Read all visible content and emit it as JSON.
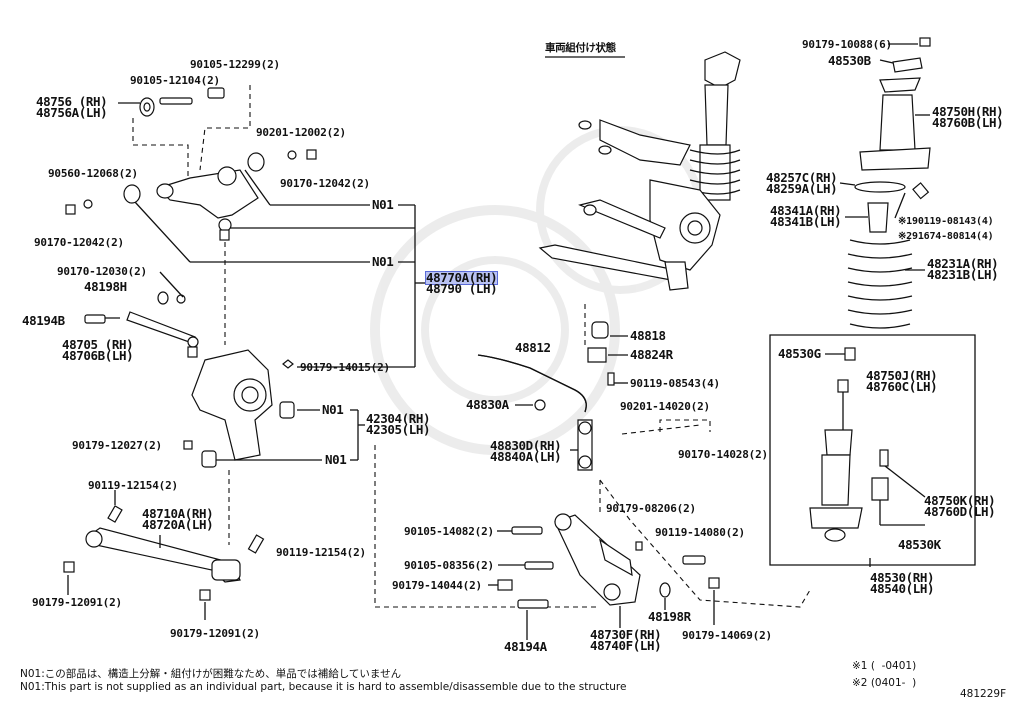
{
  "title": "車両組付け状態",
  "labels": {
    "l48756": "48756 (RH)",
    "l48756a": "48756A(LH)",
    "l90105_12299": "90105-12299(2)",
    "l90105_12104": "90105-12104(2)",
    "l90201_12002": "90201-12002(2)",
    "l90170_12042a": "90170-12042(2)",
    "l90560_12068": "90560-12068(2)",
    "l90170_12042b": "90170-12042(2)",
    "n01a": "N01",
    "n01b": "N01",
    "l48770a": "48770A(RH)",
    "l48790": "48790 (LH)",
    "l90170_12030": "90170-12030(2)",
    "l48198h": "48198H",
    "l48194b": "48194B",
    "l48705": "48705 (RH)",
    "l48706b": "48706B(LH)",
    "l90179_14015": "90179-14015(2)",
    "n01c": "N01",
    "l42304": "42304(RH)",
    "l42305": "42305(LH)",
    "l90179_12027": "90179-12027(2)",
    "n01d": "N01",
    "l90119_12154a": "90119-12154(2)",
    "l48710a": "48710A(RH)",
    "l48720a": "48720A(LH)",
    "l90119_12154b": "90119-12154(2)",
    "l90179_12091a": "90179-12091(2)",
    "l90179_12091b": "90179-12091(2)",
    "l48818": "48818",
    "l48812": "48812",
    "l48824r": "48824R",
    "l90119_08543": "90119-08543(4)",
    "l48830a": "48830A",
    "l90201_14020": "90201-14020(2)",
    "l48830d": "48830D(RH)",
    "l48840a": "48840A(LH)",
    "l90170_14028": "90170-14028(2)",
    "l90179_08206": "90179-08206(2)",
    "l90105_14082": "90105-14082(2)",
    "l90119_14080": "90119-14080(2)",
    "l90105_08356": "90105-08356(2)",
    "l90179_14044": "90179-14044(2)",
    "l48198r": "48198R",
    "l48194a": "48194A",
    "l48730f": "48730F(RH)",
    "l48740f": "48740F(LH)",
    "l90179_14069": "90179-14069(2)",
    "l90179_10088": "90179-10088(6)",
    "l48530b": "48530B",
    "l48750h": "48750H(RH)",
    "l48760b": "48760B(LH)",
    "l48257c": "48257C(RH)",
    "l48259a": "48259A(LH)",
    "l48341a": "48341A(RH)",
    "l48341b": "48341B(LH)",
    "l90119_08143": "※190119-08143(4)",
    "l91674_80814": "※291674-80814(4)",
    "l48231a": "48231A(RH)",
    "l48231b": "48231B(LH)",
    "l48530g": "48530G",
    "l48750j": "48750J(RH)",
    "l48760c": "48760C(LH)",
    "l48750k": "48750K(RH)",
    "l48760d": "48760D(LH)",
    "l48530k": "48530K",
    "l48530": "48530(RH)",
    "l48540": "48540(LH)"
  },
  "notes": {
    "note_jp": "N01:この部品は、構造上分解・組付けが困難なため、単品では補給していません",
    "note_en": "N01:This part is not supplied as an individual part, because it is hard to assemble/disassemble due to the structure",
    "fn1": "※1 (  -0401)",
    "fn2": "※2 (0401-  )",
    "code": "481229F"
  },
  "selected_part": "48770A(RH)"
}
